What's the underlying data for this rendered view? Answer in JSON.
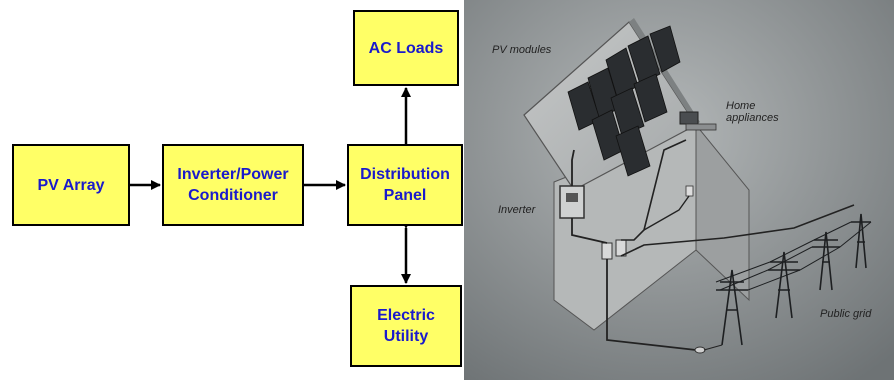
{
  "block_diagram": {
    "pv_array": "PV Array",
    "inverter": "Inverter/Power\nConditioner",
    "distribution_panel": "Distribution\nPanel",
    "ac_loads": "AC Loads",
    "electric_utility": "Electric\nUtility"
  },
  "house_illustration": {
    "pv_modules": "PV modules",
    "home_appliances": "Home\nappliances",
    "inverter": "Inverter",
    "public_grid": "Public grid"
  },
  "colors": {
    "box_fill": "#ffff66",
    "box_text": "#1a1acc",
    "border": "#000000",
    "photo_background": "#8f9496"
  }
}
